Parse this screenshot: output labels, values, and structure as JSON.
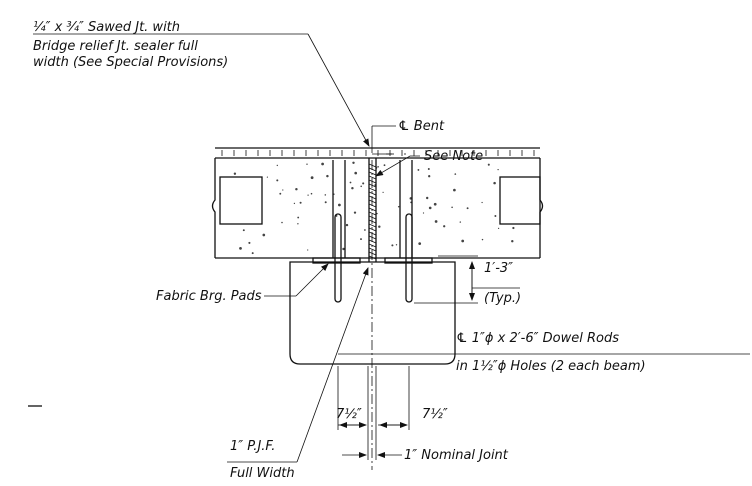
{
  "labels": {
    "sawed_joint_l1a": "¼″ x ¾″ Sawed Jt. with",
    "sawed_joint_l2": "Bridge relief Jt. sealer full",
    "sawed_joint_l3": "width (See Special Provisions)",
    "centerline_bent": "℄ Bent",
    "see_note": "See Note",
    "fabric_pads": "Fabric Brg. Pads",
    "embed_dim": "1′-3″",
    "embed_typ": "(Typ.)",
    "dowel_l1": "℄ 1″ϕ x 2′-6″ Dowel Rods",
    "dowel_l2": "in 1½″ϕ Holes (2 each beam)",
    "dim_left": "7½″",
    "dim_right": "7½″",
    "pjf_l1": "1″ P.J.F.",
    "pjf_l2": "Full Width",
    "nominal_joint": "1″ Nominal Joint"
  }
}
